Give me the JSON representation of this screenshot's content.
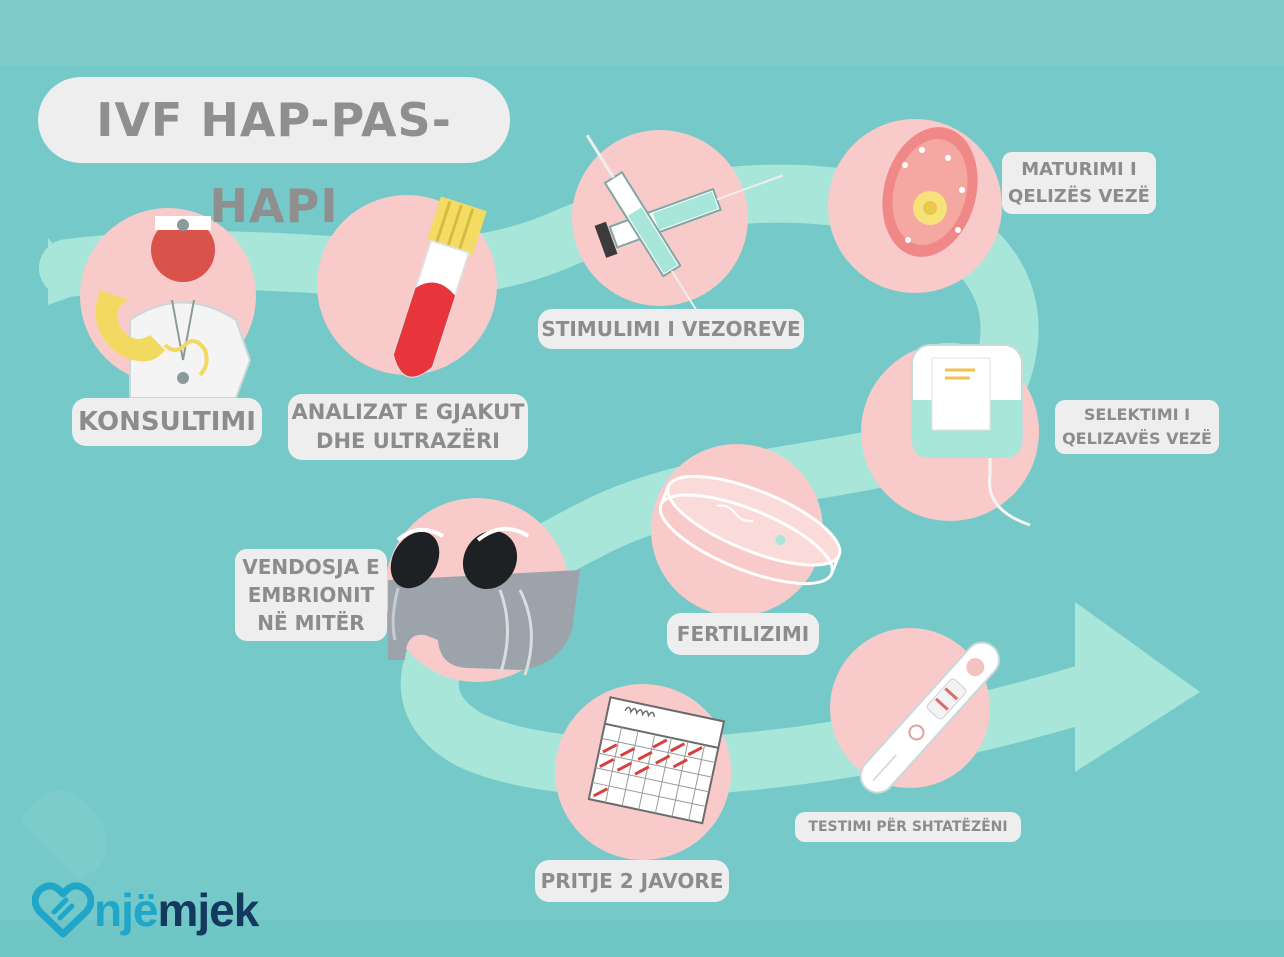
{
  "title": "IVF HAP-PAS-HAPI",
  "colors": {
    "background": "#75C9C8",
    "path_ribbon": "#A9E6DA",
    "step_circle": "#F9CACA",
    "label_bg": "#EEEEEE",
    "label_text": "#8C8C8C",
    "logo_light": "#1FA6C9",
    "logo_dark": "#13395E"
  },
  "steps": [
    {
      "lines": [
        "KONSULTIMI"
      ],
      "icon": "doctor-phone-icon"
    },
    {
      "lines": [
        "ANALIZAT E GJAKUT",
        "DHE ULTRAZËRI"
      ],
      "icon": "blood-tube-icon"
    },
    {
      "lines": [
        "STIMULIMI I VEZOREVE"
      ],
      "icon": "syringe-icon"
    },
    {
      "lines": [
        "MATURIMI I",
        "QELIZËS VEZË"
      ],
      "icon": "egg-cell-icon"
    },
    {
      "lines": [
        "SELEKTIMI I",
        "QELIZAVËS VEZË"
      ],
      "icon": "iv-bag-icon"
    },
    {
      "lines": [
        "FERTILIZIMI"
      ],
      "icon": "petri-dish-icon"
    },
    {
      "lines": [
        "VENDOSJA E",
        "EMBRIONIT",
        "NË MITËR"
      ],
      "icon": "stirrups-chair-icon"
    },
    {
      "lines": [
        "PRITJE 2 JAVORE"
      ],
      "icon": "calendar-icon"
    },
    {
      "lines": [
        "TESTIMI PËR SHTATËZËNI"
      ],
      "icon": "pregnancy-test-icon"
    }
  ],
  "logo": {
    "part1": "një",
    "part2": "mjek",
    "icon": "heart-logo-icon"
  }
}
